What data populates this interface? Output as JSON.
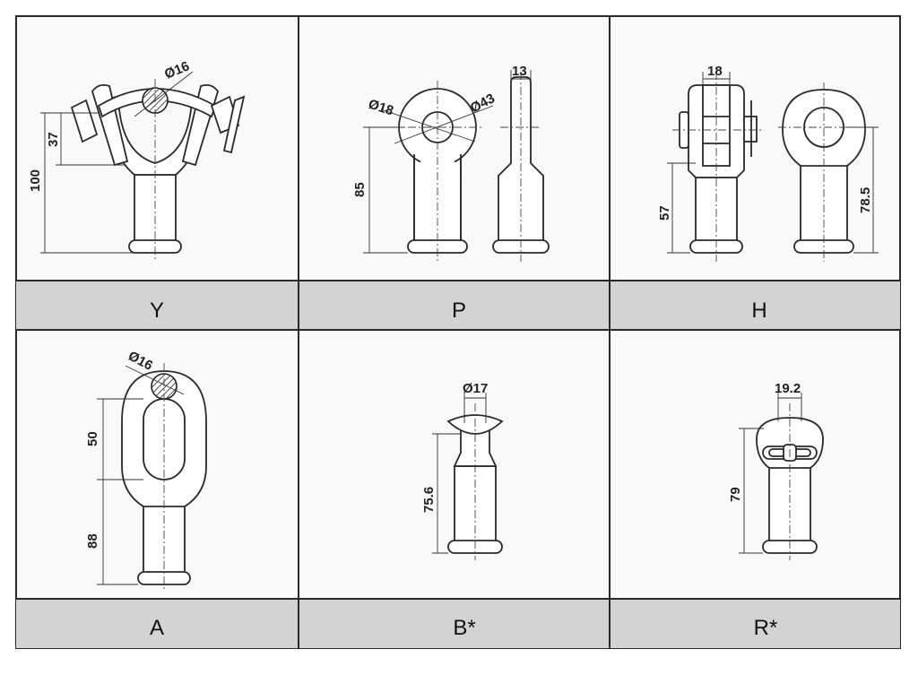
{
  "colors": {
    "panel": "#f9f9f9",
    "label_band": "#d3d3d3",
    "border": "#2a2a2a"
  },
  "cells": {
    "Y": {
      "label": "Y",
      "dia": "Ø16",
      "h1": "37",
      "h2": "100"
    },
    "P": {
      "label": "P",
      "d1": "Ø18",
      "d2": "Ø43",
      "w": "13",
      "h": "85"
    },
    "H": {
      "label": "H",
      "w": "18",
      "h1": "57",
      "h2": "78.5"
    },
    "A": {
      "label": "A",
      "dia": "Ø16",
      "h1": "50",
      "h2": "88"
    },
    "B": {
      "label": "B*",
      "dia": "Ø17",
      "h": "75.6"
    },
    "R": {
      "label": "R*",
      "w": "19.2",
      "h": "79"
    }
  }
}
